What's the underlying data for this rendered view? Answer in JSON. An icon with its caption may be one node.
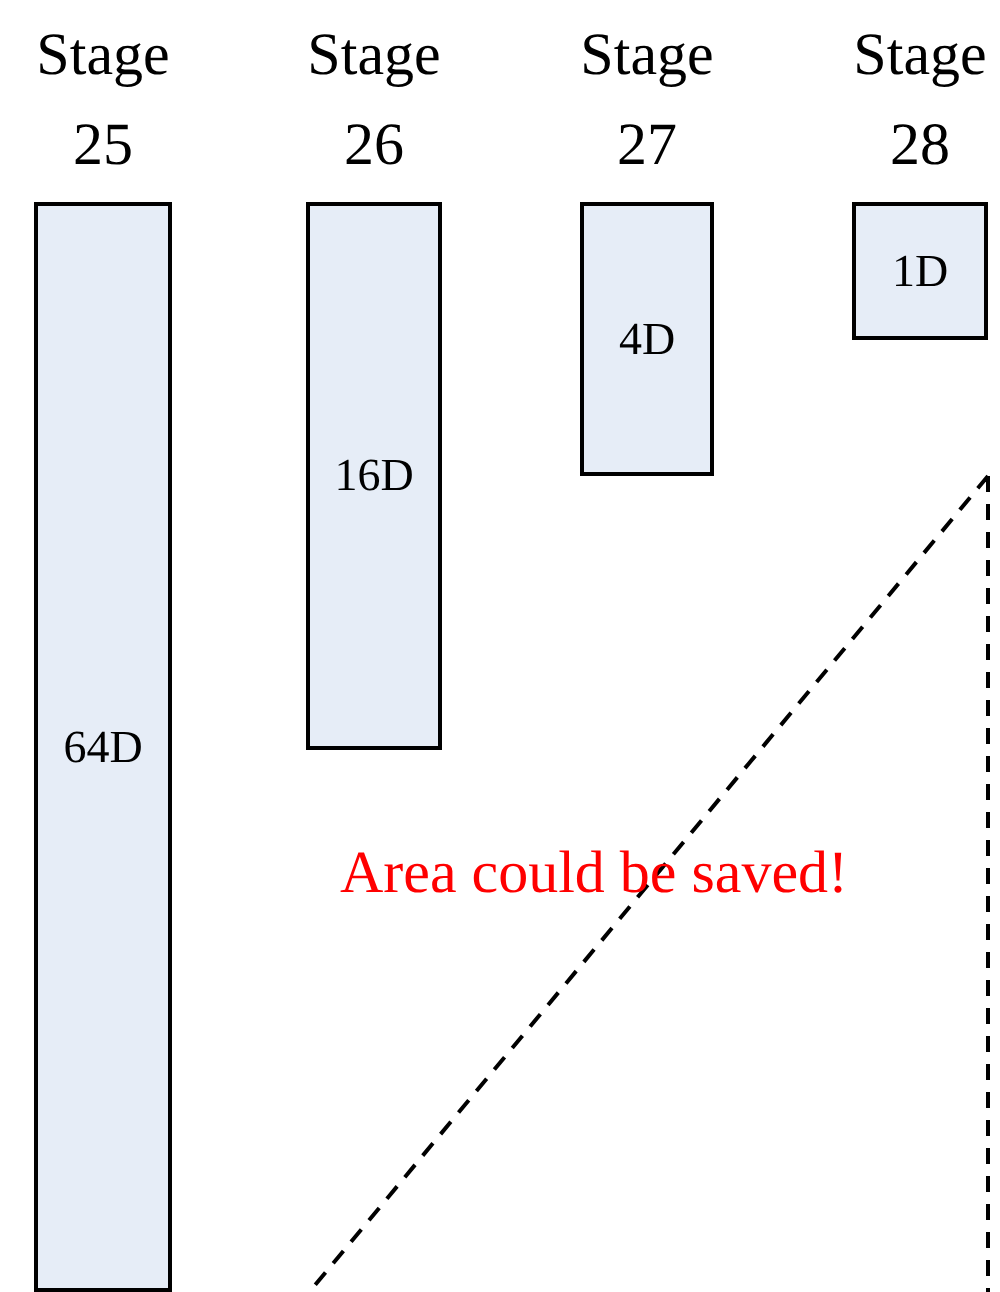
{
  "diagram": {
    "nodes": [
      {
        "text": [
          "Stage 25",
          "64D"
        ]
      },
      {
        "text": [
          "Stage 26",
          "16D"
        ]
      },
      {
        "text": [
          "Stage 27",
          "4D"
        ]
      },
      {
        "text": [
          "Stage 28",
          "1D"
        ]
      }
    ],
    "labels": [
      "Area could be saved!"
    ]
  }
}
